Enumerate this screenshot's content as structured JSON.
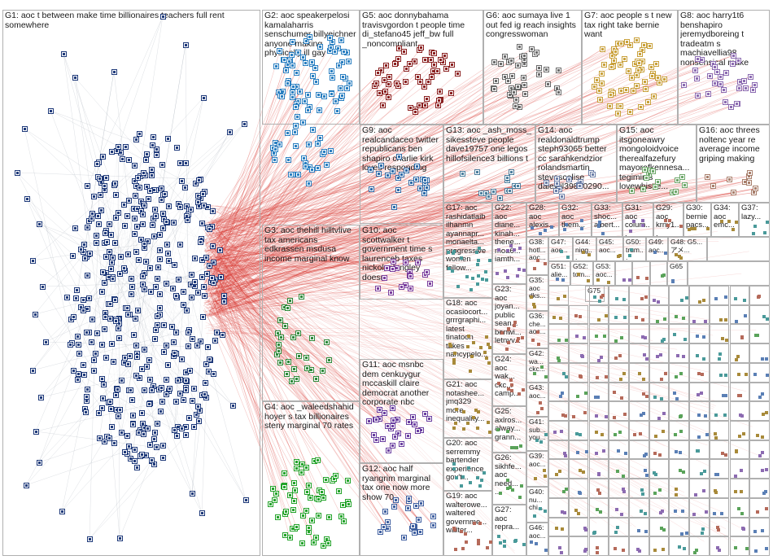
{
  "title": "",
  "colors": {
    "border": "#b0b0b0",
    "edge_gray": "#9aa2ae",
    "edge_red": "#d9312b",
    "g1_node": "#1f3a7a",
    "g2_node": "#2a7fc1",
    "g3_node": "#2d8a3a",
    "g4_node": "#24a32b",
    "g5_node": "#8a2020",
    "g7_node": "#c9a13b",
    "g_misc": "#8c6bb1"
  },
  "groups": [
    {
      "id": "G1",
      "label": "G1: aoc t between make time billionaires teachers full rent somewhere"
    },
    {
      "id": "G2",
      "label": "G2: aoc speakerpelosi kamalaharris senschumer billyeichner anyone making physically ill gay"
    },
    {
      "id": "G3",
      "label": "G3: aoc thehill hilltvlive tax americans edkrassen msdusa income marginal know"
    },
    {
      "id": "G4",
      "label": "G4: aoc _waleedshahid hoyer s tax billionaires steny marginal 70 rates"
    },
    {
      "id": "G5",
      "label": "G5: aoc donnybahama travisvgordon t people time di_stefano45 jeff_bw full _noncompliant_"
    },
    {
      "id": "G6",
      "label": "G6: aoc sumaya live 1 out fed ig reach insights congresswoman"
    },
    {
      "id": "G7",
      "label": "G7: aoc people s t new tax right take bernie want"
    },
    {
      "id": "G8",
      "label": "G8: aoc harry1t6 benshapiro jeremydboreing t tradeatm s machiavellia98 nonsensical make"
    },
    {
      "id": "G9",
      "label": "G9: aoc realcandaceo twitter republicans ben shapiro charlie kirk loves responding"
    },
    {
      "id": "G10",
      "label": "G10: aoc scottwalker t government time s laurenceb taxes nickolaslangley doesn"
    },
    {
      "id": "G11",
      "label": "G11: aoc msnbc dem cenkuygur mccaskill claire democrat another corporate nbc"
    },
    {
      "id": "G12",
      "label": "G12: aoc half ryangrim marginal tax one now more show 70"
    },
    {
      "id": "G13",
      "label": "G13: aoc _ash_moss_ sikessteve people dave19757 one legos hillofsilence3 billions t"
    },
    {
      "id": "G14",
      "label": "G14: aoc realdonaldtrump steph93065 better cc sarahkendzior rolandsmartin stevescalise dalewil39870290..."
    },
    {
      "id": "G15",
      "label": "G15: aoc itsgoneawry mongoloidvoice therealfazefury mayorofkennesa... tegiminis lovewhistle..."
    },
    {
      "id": "G16",
      "label": "G16: aoc threes noltenc year re average income griping making"
    },
    {
      "id": "G17",
      "label": "G17: aoc rashidatlaib ilhanmn ayannapr... monaelta... progressive women follow..."
    },
    {
      "id": "G18",
      "label": "G18: aoc ocasiocort... grrrgraphi... latest tinatoon takes nancypelo..."
    },
    {
      "id": "G19",
      "label": "G19: aoc walterowe... waltered governme... walter..."
    },
    {
      "id": "G20",
      "label": "G20: aoc serremmy bartender experience gov't..."
    },
    {
      "id": "G21",
      "label": "G21: aoc notashee... jmq329 more inequality..."
    },
    {
      "id": "G22",
      "label": "G22: aoc diane... kinah... thene... moa6... iamth..."
    },
    {
      "id": "G23",
      "label": "G23: aoc joyan... public sean... benwi... letnyv..."
    },
    {
      "id": "G24",
      "label": "G24: aoc wak... ckc... camp..."
    },
    {
      "id": "G25",
      "label": "G25: axlros... alway... grann..."
    },
    {
      "id": "G26",
      "label": "G26: sikhfe... aoc need... ..."
    },
    {
      "id": "G27",
      "label": "G27: aoc repra..."
    },
    {
      "id": "G28",
      "label": "G28: aoc alexis..."
    },
    {
      "id": "G29",
      "label": "G29: aoc krny1..."
    },
    {
      "id": "G30",
      "label": "G30: bernie pacs..."
    },
    {
      "id": "G31",
      "label": "G31: aoc colum..."
    },
    {
      "id": "G32",
      "label": "G32: aoc them..."
    },
    {
      "id": "G33",
      "label": "G33: shoc... albert..."
    },
    {
      "id": "G34",
      "label": "G34: aoc emc..."
    },
    {
      "id": "G35",
      "label": "G35: aoc dks..."
    },
    {
      "id": "G36",
      "label": "G36: che... aoc..."
    },
    {
      "id": "G37",
      "label": "G37: lazy..."
    },
    {
      "id": "G38",
      "label": "G38: hotl... aoc..."
    },
    {
      "id": "G39",
      "label": "G39: aoc..."
    },
    {
      "id": "G40",
      "label": "G40: nu... chi..."
    },
    {
      "id": "G41",
      "label": "G41: sub... you..."
    },
    {
      "id": "G42",
      "label": "G42: wa... ckc..."
    },
    {
      "id": "G43",
      "label": "G43: aoc..."
    },
    {
      "id": "G44",
      "label": "G44: nigg..."
    },
    {
      "id": "G45",
      "label": "G45: aoc..."
    },
    {
      "id": "G46",
      "label": "G46: aoc..."
    },
    {
      "id": "G47",
      "label": "G47: aoc..."
    },
    {
      "id": "G48",
      "label": "G48: G5... アメ..."
    },
    {
      "id": "G49",
      "label": "G49: aoc..."
    },
    {
      "id": "G50",
      "label": "G50: trum..."
    },
    {
      "id": "G51",
      "label": "G51: alie..."
    },
    {
      "id": "G52",
      "label": "G52: tom..."
    },
    {
      "id": "G53",
      "label": "G53: aoc..."
    },
    {
      "id": "G65",
      "label": "G65"
    },
    {
      "id": "G75",
      "label": "G75"
    }
  ]
}
